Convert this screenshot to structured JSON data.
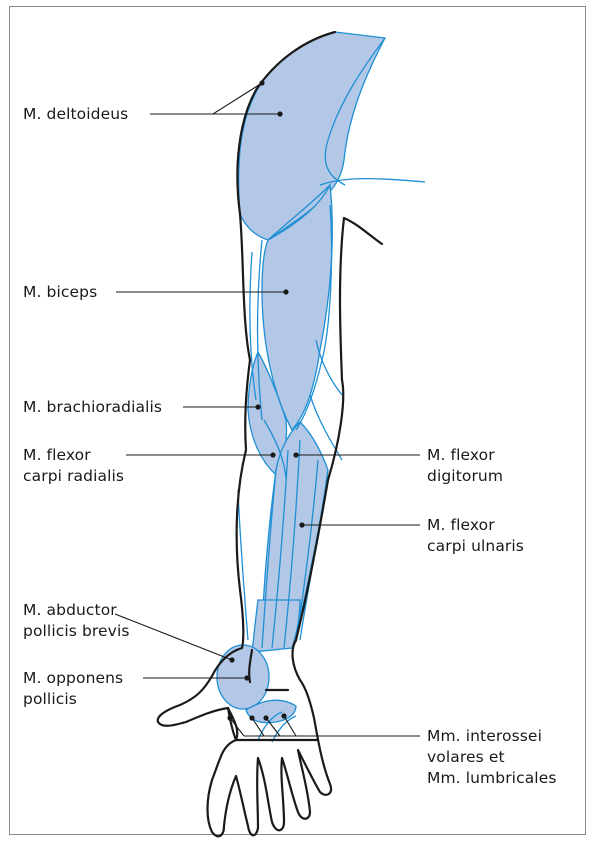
{
  "labels": {
    "deltoideus": "M. deltoideus",
    "biceps": "M. biceps",
    "brachioradialis": "M. brachioradialis",
    "flexor_carpi_radialis": [
      "M. flexor",
      "carpi radialis"
    ],
    "flexor_digitorum": [
      "M. flexor",
      "digitorum"
    ],
    "flexor_carpi_ulnaris": [
      "M. flexor",
      "carpi ulnaris"
    ],
    "abductor_pollicis_brevis": [
      "M. abductor",
      "pollicis brevis"
    ],
    "opponens_pollicis": [
      "M. opponens",
      "pollicis"
    ],
    "interossei_lumbricales": [
      "Mm. interossei",
      "volares et",
      "Mm. lumbricales"
    ]
  },
  "colors": {
    "muscle_fill": "#b3c8e6",
    "muscle_line": "#1f8fd4",
    "outline": "#1a1a1a",
    "frame": "#8a8a8a"
  }
}
